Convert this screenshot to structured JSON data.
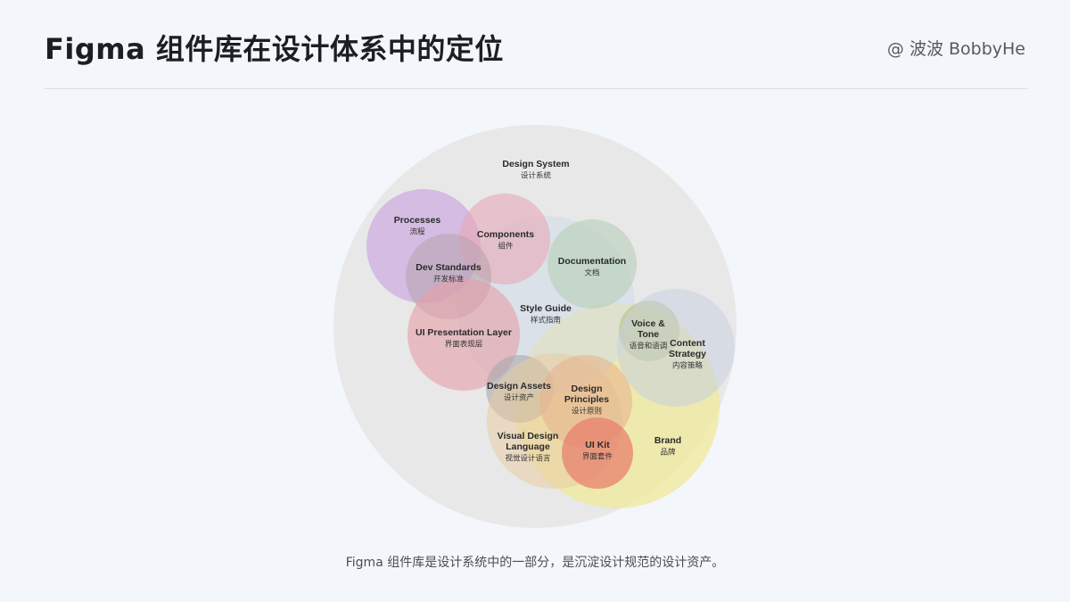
{
  "header": {
    "title": "Figma 组件库在设计体系中的定位",
    "author": "@ 波波 BobbyHe"
  },
  "caption": "Figma 组件库是设计系统中的一部分，是沉淀设计规范的设计资产。",
  "diagram": {
    "nodes": [
      {
        "id": "design-system",
        "en": [
          "Design System"
        ],
        "zh": "设计系统",
        "color": "#e3e1e0"
      },
      {
        "id": "brand",
        "en": [
          "Brand"
        ],
        "zh": "品牌",
        "color": "#f0ea9a"
      },
      {
        "id": "style-guide",
        "en": [
          "Style Guide"
        ],
        "zh": "样式指南",
        "color": "#cfdae9"
      },
      {
        "id": "processes",
        "en": [
          "Processes"
        ],
        "zh": "流程",
        "color": "#c79ee0"
      },
      {
        "id": "components",
        "en": [
          "Components"
        ],
        "zh": "组件",
        "color": "#e6a8b6"
      },
      {
        "id": "documentation",
        "en": [
          "Documentation"
        ],
        "zh": "文档",
        "color": "#b6ceb8"
      },
      {
        "id": "dev-standards",
        "en": [
          "Dev Standards"
        ],
        "zh": "开发标准",
        "color": "#b6a2ae"
      },
      {
        "id": "ui-presentation-layer",
        "en": [
          "UI Presentation Layer"
        ],
        "zh": "界面表现层",
        "color": "#e59ea6"
      },
      {
        "id": "voice-tone",
        "en": [
          "Voice &",
          "Tone"
        ],
        "zh": "语音和语调",
        "color": "#b7c480"
      },
      {
        "id": "content-strategy",
        "en": [
          "Content",
          "Strategy"
        ],
        "zh": "内容策略",
        "color": "#c9cfe0"
      },
      {
        "id": "design-assets",
        "en": [
          "Design Assets"
        ],
        "zh": "设计资产",
        "color": "#a9a8ac"
      },
      {
        "id": "visual-design-language",
        "en": [
          "Visual Design",
          "Language"
        ],
        "zh": "视觉设计语言",
        "color": "#eacca2"
      },
      {
        "id": "design-principles",
        "en": [
          "Design",
          "Principles"
        ],
        "zh": "设计原则",
        "color": "#e8b48e"
      },
      {
        "id": "ui-kit",
        "en": [
          "UI Kit"
        ],
        "zh": "界面套件",
        "color": "#e8806e"
      }
    ]
  }
}
